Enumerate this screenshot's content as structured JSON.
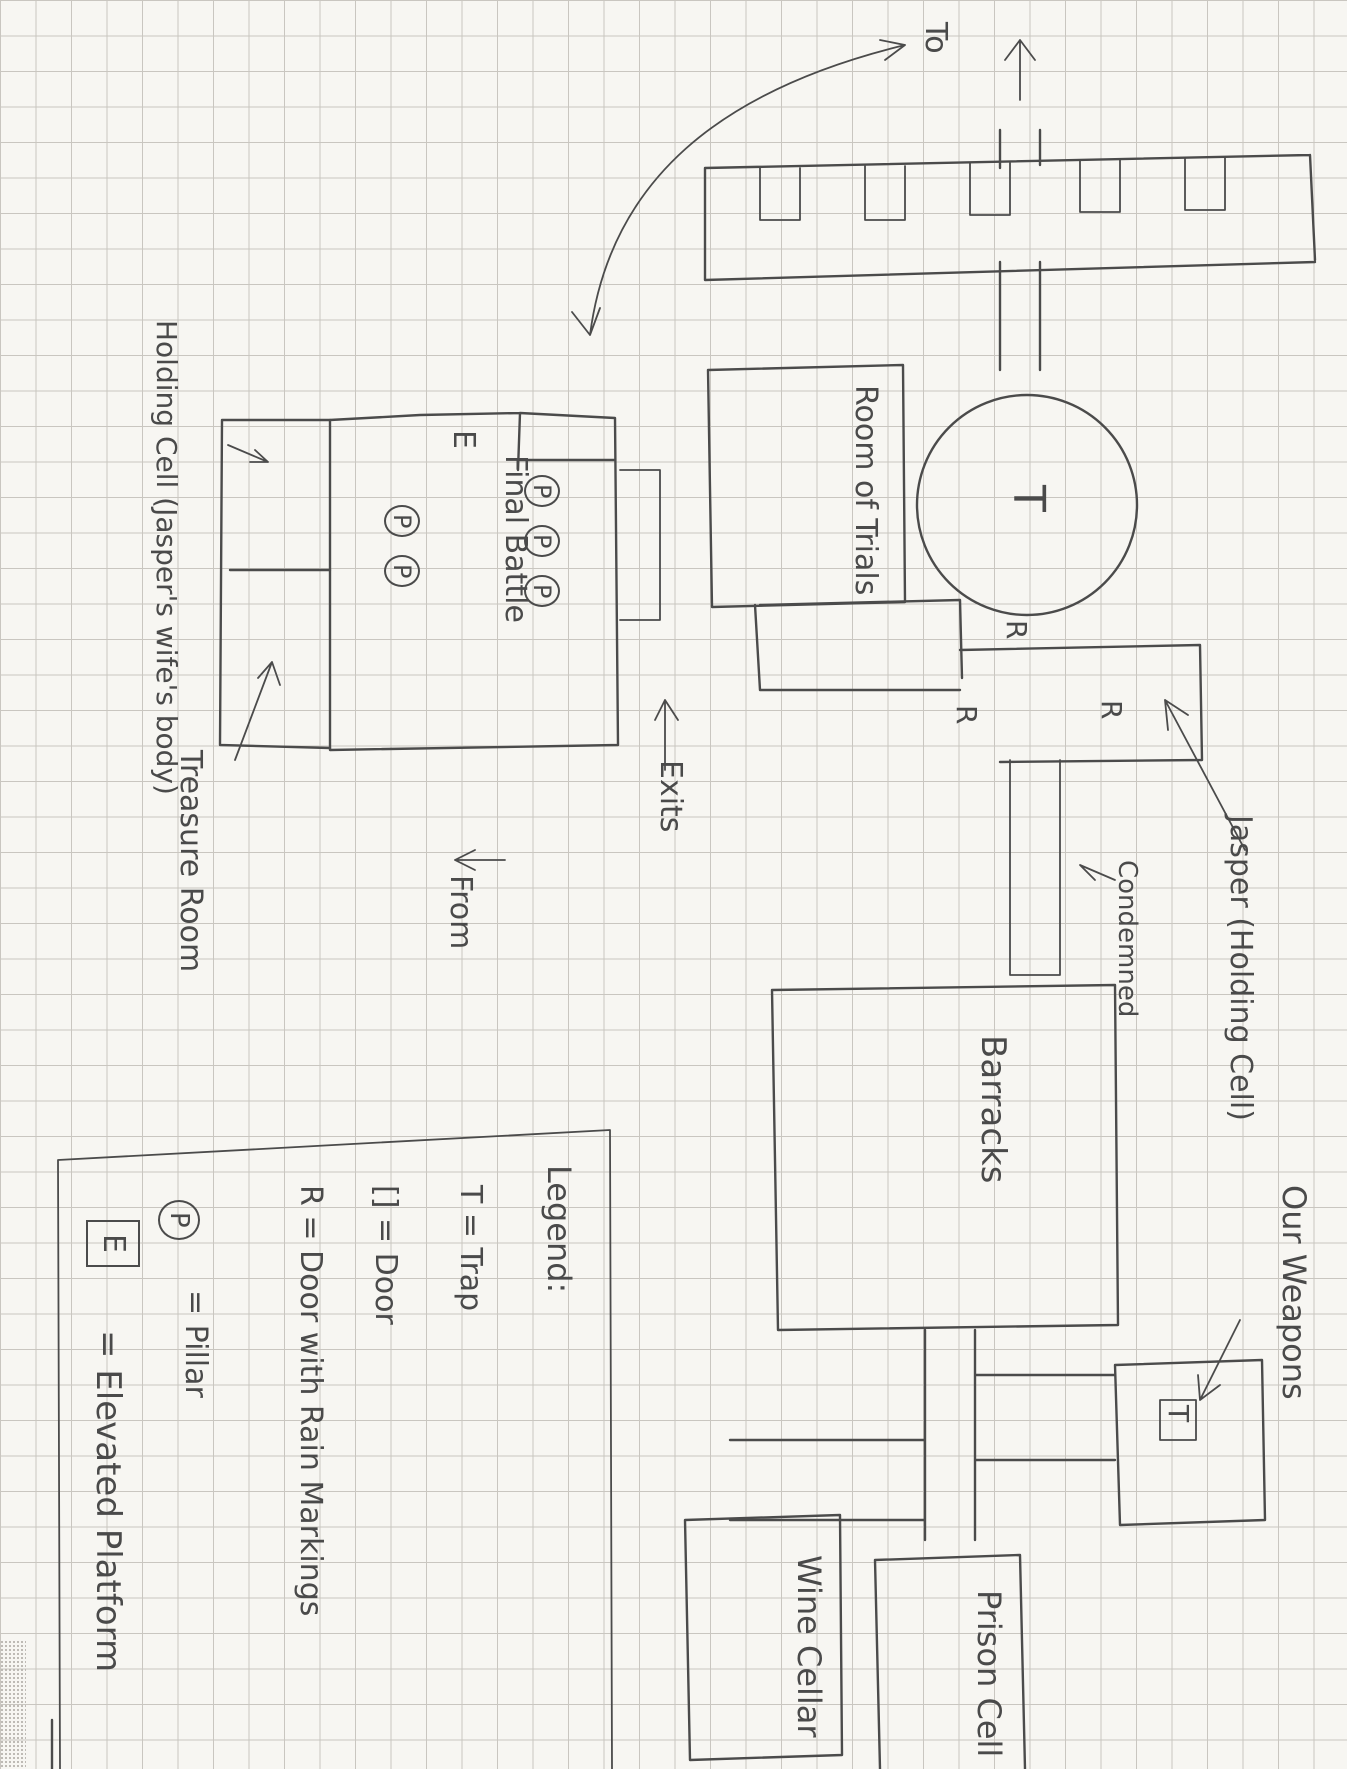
{
  "labels": {
    "to": "To",
    "room_of_trials": "Room of Trials",
    "final_battle": "Final Battle",
    "exits": "Exits",
    "from": "From",
    "holding_cell": "Holding Cell (Jasper's wife's body)",
    "treasure_room": "Treasure Room",
    "jasper_holding_cell": "Jasper (Holding Cell)",
    "condemned": "Condemned",
    "barracks": "Barracks",
    "our_weapons": "Our Weapons",
    "wine_cellar": "Wine Cellar",
    "prison_cell": "Prison Cell"
  },
  "legend": {
    "title": "Legend:",
    "trap": "T = Trap",
    "door": "[] = Door",
    "door_markings": "R = Door with Rain Markings",
    "pillar": "= Pillar",
    "elevated_platform": "= Elevated Platform"
  },
  "symbols": {
    "trap": "T",
    "rune": "R",
    "pillar": "P",
    "elevated": "E"
  },
  "colors": {
    "ink": "#4b4b4b",
    "paper": "#f7f6f2",
    "grid": "#c9c6c0"
  }
}
